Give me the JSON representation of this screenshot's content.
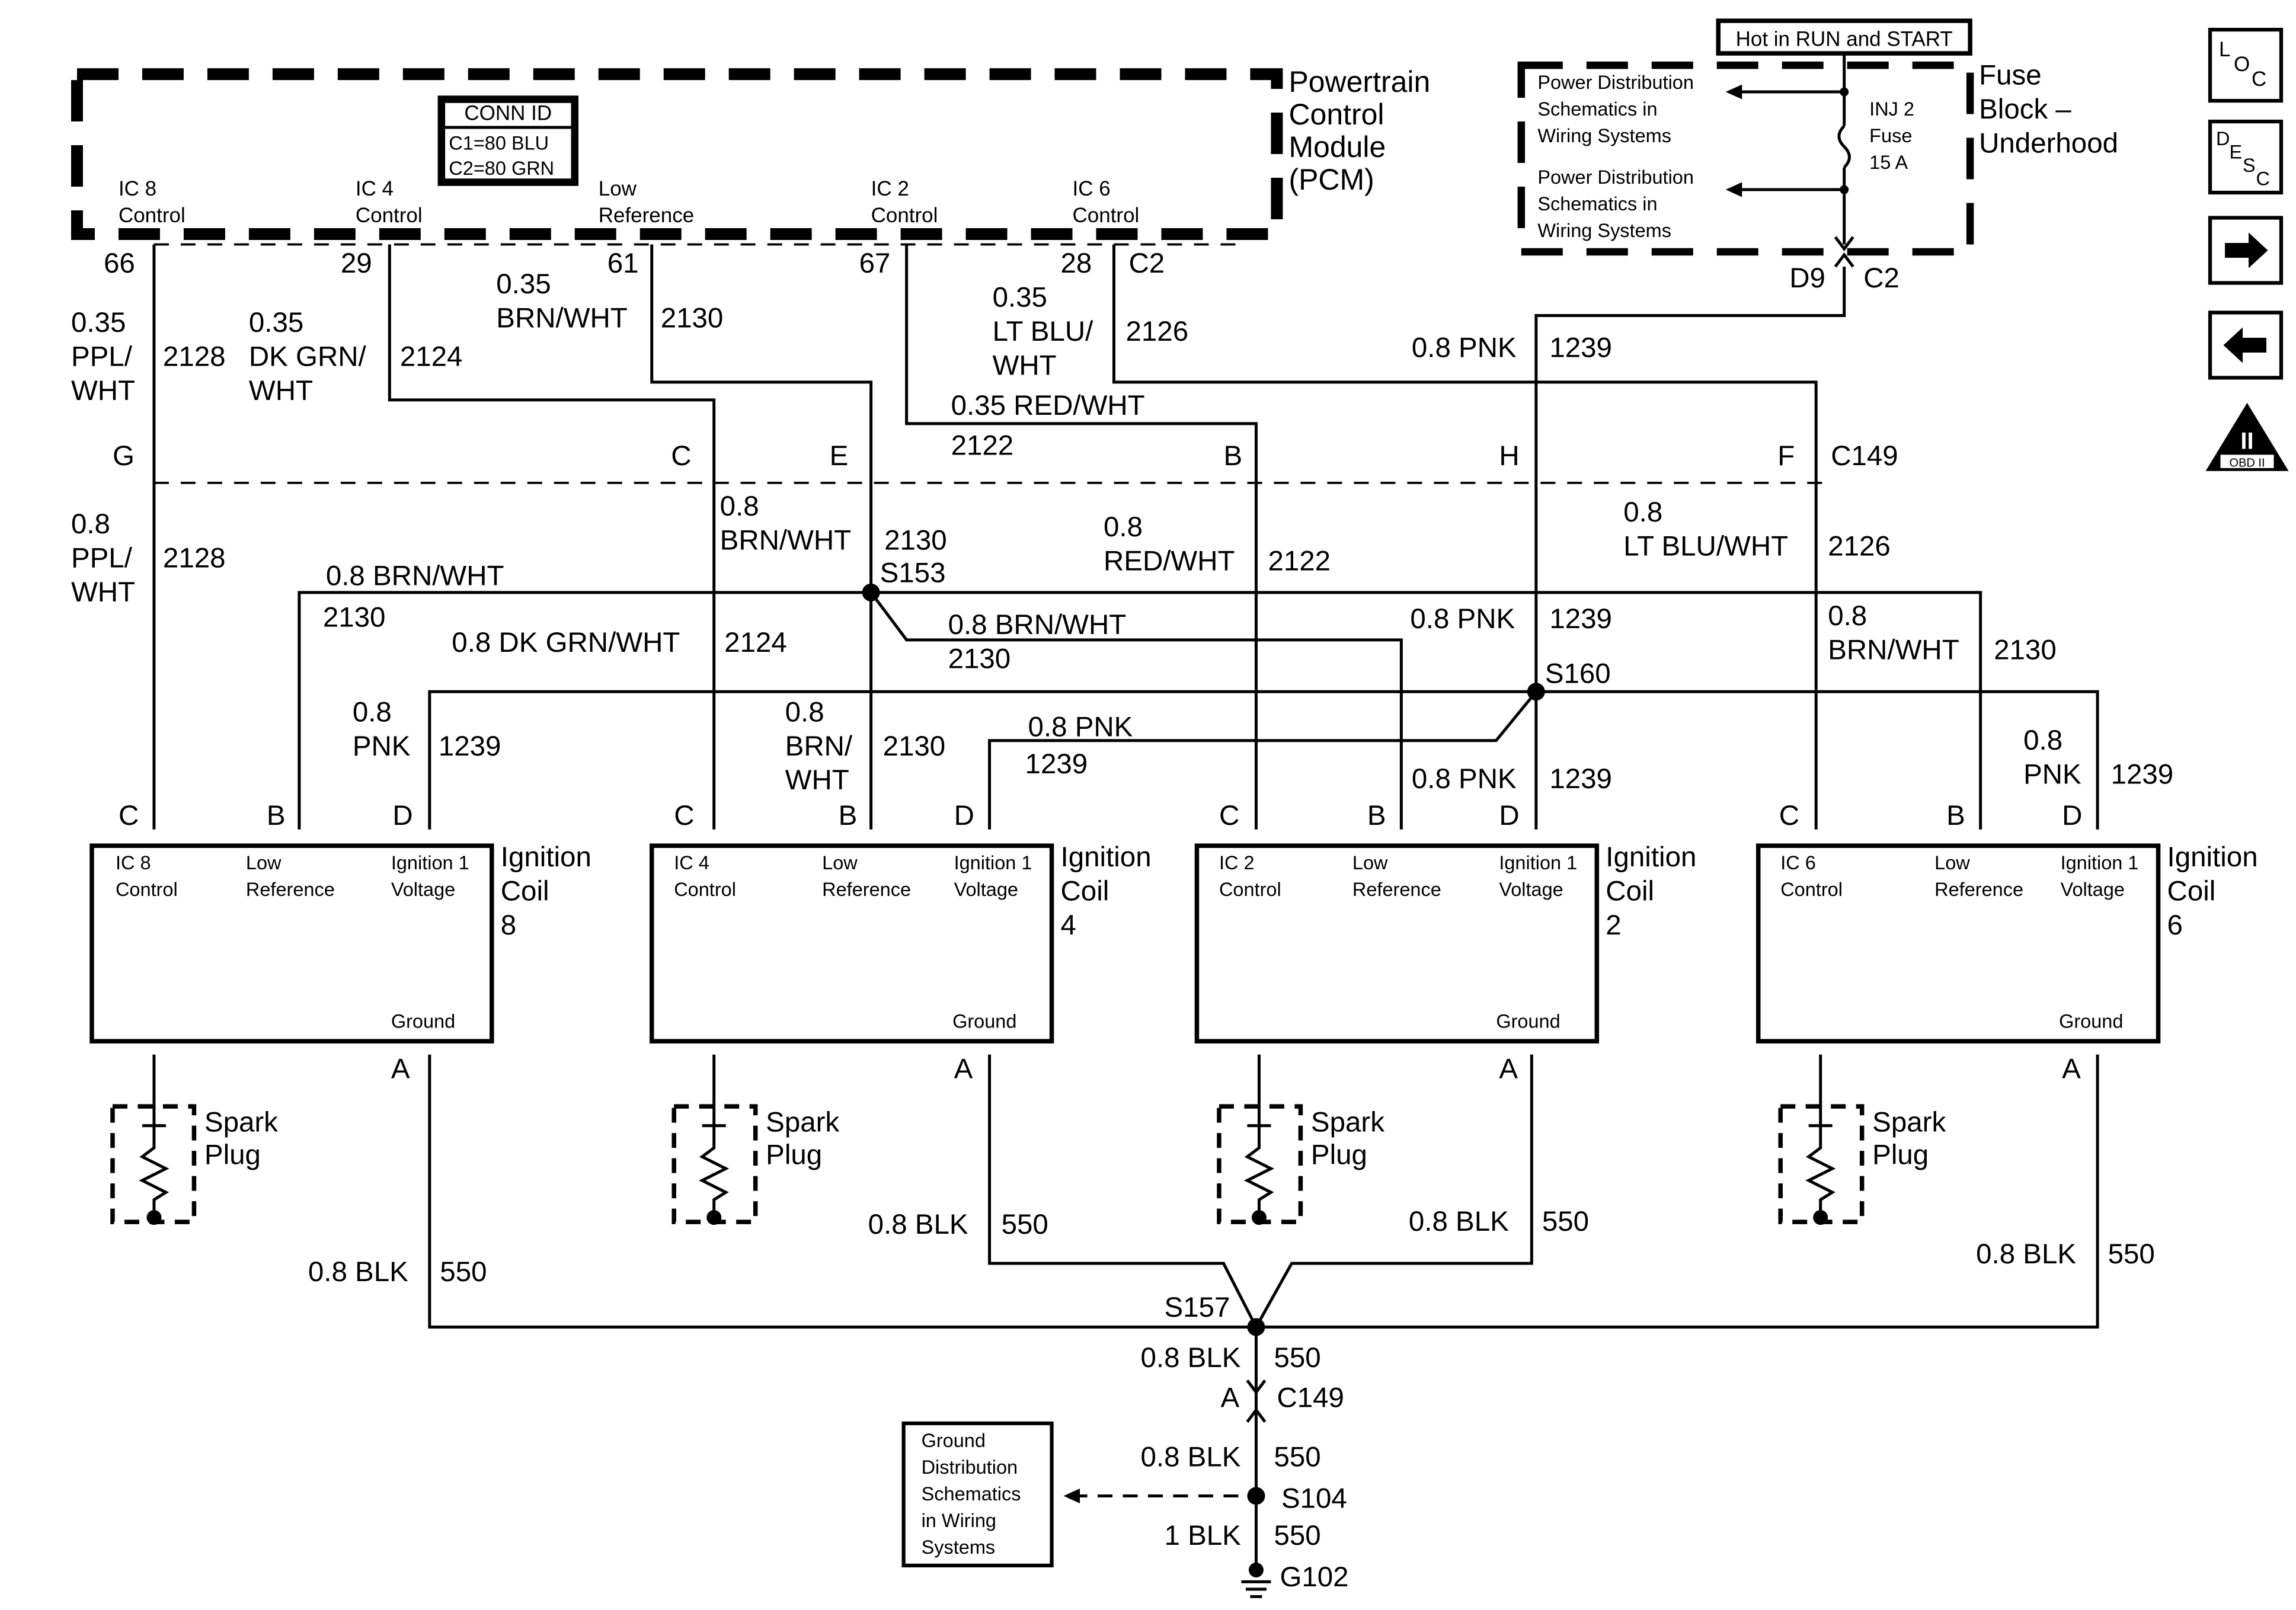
{
  "pcm": {
    "title_lines": [
      "Powertrain",
      "Control",
      "Module",
      "(PCM)"
    ],
    "conn_id": {
      "header": "CONN ID",
      "c1": "C1=80 BLU",
      "c2": "C2=80 GRN"
    },
    "pins": [
      {
        "l1": "IC 8",
        "l2": "Control",
        "num": "66"
      },
      {
        "l1": "IC 4",
        "l2": "Control",
        "num": "29"
      },
      {
        "l1": "Low",
        "l2": "Reference",
        "num": "61"
      },
      {
        "l1": "IC 2",
        "l2": "Control",
        "num": "67"
      },
      {
        "l1": "IC 6",
        "l2": "Control",
        "num": "28"
      }
    ],
    "connector": "C2"
  },
  "fuse_block": {
    "hot_label": "Hot in RUN and START",
    "title_lines": [
      "Fuse",
      "Block –",
      "Underhood"
    ],
    "fuse_lines": [
      "INJ 2",
      "Fuse",
      "15 A"
    ],
    "power_dist_1": [
      "Power Distribution",
      "Schematics in",
      "Wiring Systems"
    ],
    "power_dist_2": [
      "Power Distribution",
      "Schematics in",
      "Wiring Systems"
    ],
    "pin": "D9",
    "connector": "C2"
  },
  "wires_top": {
    "w2128": {
      "size": "0.35",
      "color1": "PPL/",
      "color2": "WHT",
      "circuit": "2128"
    },
    "w2124": {
      "size": "0.35",
      "color1": "DK GRN/",
      "color2": "WHT",
      "circuit": "2124"
    },
    "w2130": {
      "size": "0.35",
      "color1": "BRN/WHT",
      "circuit": "2130"
    },
    "w2122": {
      "label": "0.35 RED/WHT",
      "circuit": "2122"
    },
    "w2126": {
      "size": "0.35",
      "color1": "LT BLU/",
      "color2": "WHT",
      "circuit": "2126"
    },
    "w1239": {
      "label": "0.8 PNK",
      "circuit": "1239"
    }
  },
  "c149": {
    "name": "C149",
    "pins": [
      "G",
      "C",
      "E",
      "B",
      "H",
      "F"
    ]
  },
  "wires_mid": {
    "w2128": {
      "size": "0.8",
      "color1": "PPL/",
      "color2": "WHT",
      "circuit": "2128"
    },
    "w2130_s153": {
      "size": "0.8",
      "color1": "BRN/WHT",
      "circuit": "2130",
      "splice": "S153"
    },
    "w2122": {
      "size": "0.8",
      "color1": "RED/WHT",
      "circuit": "2122"
    },
    "w2126": {
      "size": "0.8",
      "color1": "LT BLU/WHT",
      "circuit": "2126"
    },
    "w2130_coil8": {
      "label": "0.8 BRN/WHT",
      "circuit": "2130"
    },
    "w2124": {
      "label": "0.8 DK GRN/WHT",
      "circuit": "2124"
    },
    "w2130_coil2": {
      "label": "0.8 BRN/WHT",
      "circuit": "2130"
    },
    "w1239_main": {
      "label": "0.8 PNK",
      "circuit": "1239",
      "splice": "S160"
    },
    "w2130_coil6": {
      "size": "0.8",
      "color1": "BRN/WHT",
      "circuit": "2130"
    },
    "w1239_coil8": {
      "size": "0.8",
      "color1": "PNK",
      "circuit": "1239"
    },
    "w2130_coil4": {
      "size": "0.8",
      "color1": "BRN/",
      "color2": "WHT",
      "circuit": "2130"
    },
    "w1239_coil4": {
      "label": "0.8 PNK",
      "circuit": "1239"
    },
    "w1239_coil2": {
      "label": "0.8 PNK",
      "circuit": "1239"
    },
    "w1239_coil6": {
      "size": "0.8",
      "color1": "PNK",
      "circuit": "1239"
    }
  },
  "coils": [
    {
      "name_lines": [
        "Ignition",
        "Coil",
        "8"
      ],
      "ic": [
        "IC 8",
        "Control"
      ],
      "lr": [
        "Low",
        "Reference"
      ],
      "iv": [
        "Ignition 1",
        "Voltage"
      ],
      "ground": "Ground",
      "pins": [
        "C",
        "B",
        "D",
        "A"
      ]
    },
    {
      "name_lines": [
        "Ignition",
        "Coil",
        "4"
      ],
      "ic": [
        "IC 4",
        "Control"
      ],
      "lr": [
        "Low",
        "Reference"
      ],
      "iv": [
        "Ignition 1",
        "Voltage"
      ],
      "ground": "Ground",
      "pins": [
        "C",
        "B",
        "D",
        "A"
      ]
    },
    {
      "name_lines": [
        "Ignition",
        "Coil",
        "2"
      ],
      "ic": [
        "IC 2",
        "Control"
      ],
      "lr": [
        "Low",
        "Reference"
      ],
      "iv": [
        "Ignition 1",
        "Voltage"
      ],
      "ground": "Ground",
      "pins": [
        "C",
        "B",
        "D",
        "A"
      ]
    },
    {
      "name_lines": [
        "Ignition",
        "Coil",
        "6"
      ],
      "ic": [
        "IC 6",
        "Control"
      ],
      "lr": [
        "Low",
        "Reference"
      ],
      "iv": [
        "Ignition 1",
        "Voltage"
      ],
      "ground": "Ground",
      "pins": [
        "C",
        "B",
        "D",
        "A"
      ]
    }
  ],
  "spark_plug_lines": [
    "Spark",
    "Plug"
  ],
  "ground_wires": [
    {
      "label": "0.8 BLK",
      "circuit": "550"
    },
    {
      "label": "0.8 BLK",
      "circuit": "550"
    },
    {
      "label": "0.8 BLK",
      "circuit": "550"
    },
    {
      "label": "0.8 BLK",
      "circuit": "550"
    }
  ],
  "ground_path": {
    "s157": "S157",
    "w1": {
      "label": "0.8 BLK",
      "circuit": "550"
    },
    "c149_pin": "A",
    "c149": "C149",
    "w2": {
      "label": "0.8 BLK",
      "circuit": "550"
    },
    "s104": "S104",
    "w3": {
      "label": "1 BLK",
      "circuit": "550"
    },
    "g102": "G102",
    "ground_dist": [
      "Ground",
      "Distribution",
      "Schematics",
      "in Wiring",
      "Systems"
    ]
  },
  "nav": {
    "loc": {
      "a": "L",
      "b": "O",
      "c": "C"
    },
    "desc": {
      "a": "D",
      "b": "E",
      "c": "S",
      "d": "C"
    },
    "obd": {
      "roman": "II",
      "text": "OBD II"
    },
    "forward_icon": "arrow-right-icon",
    "back_icon": "arrow-left-icon"
  }
}
